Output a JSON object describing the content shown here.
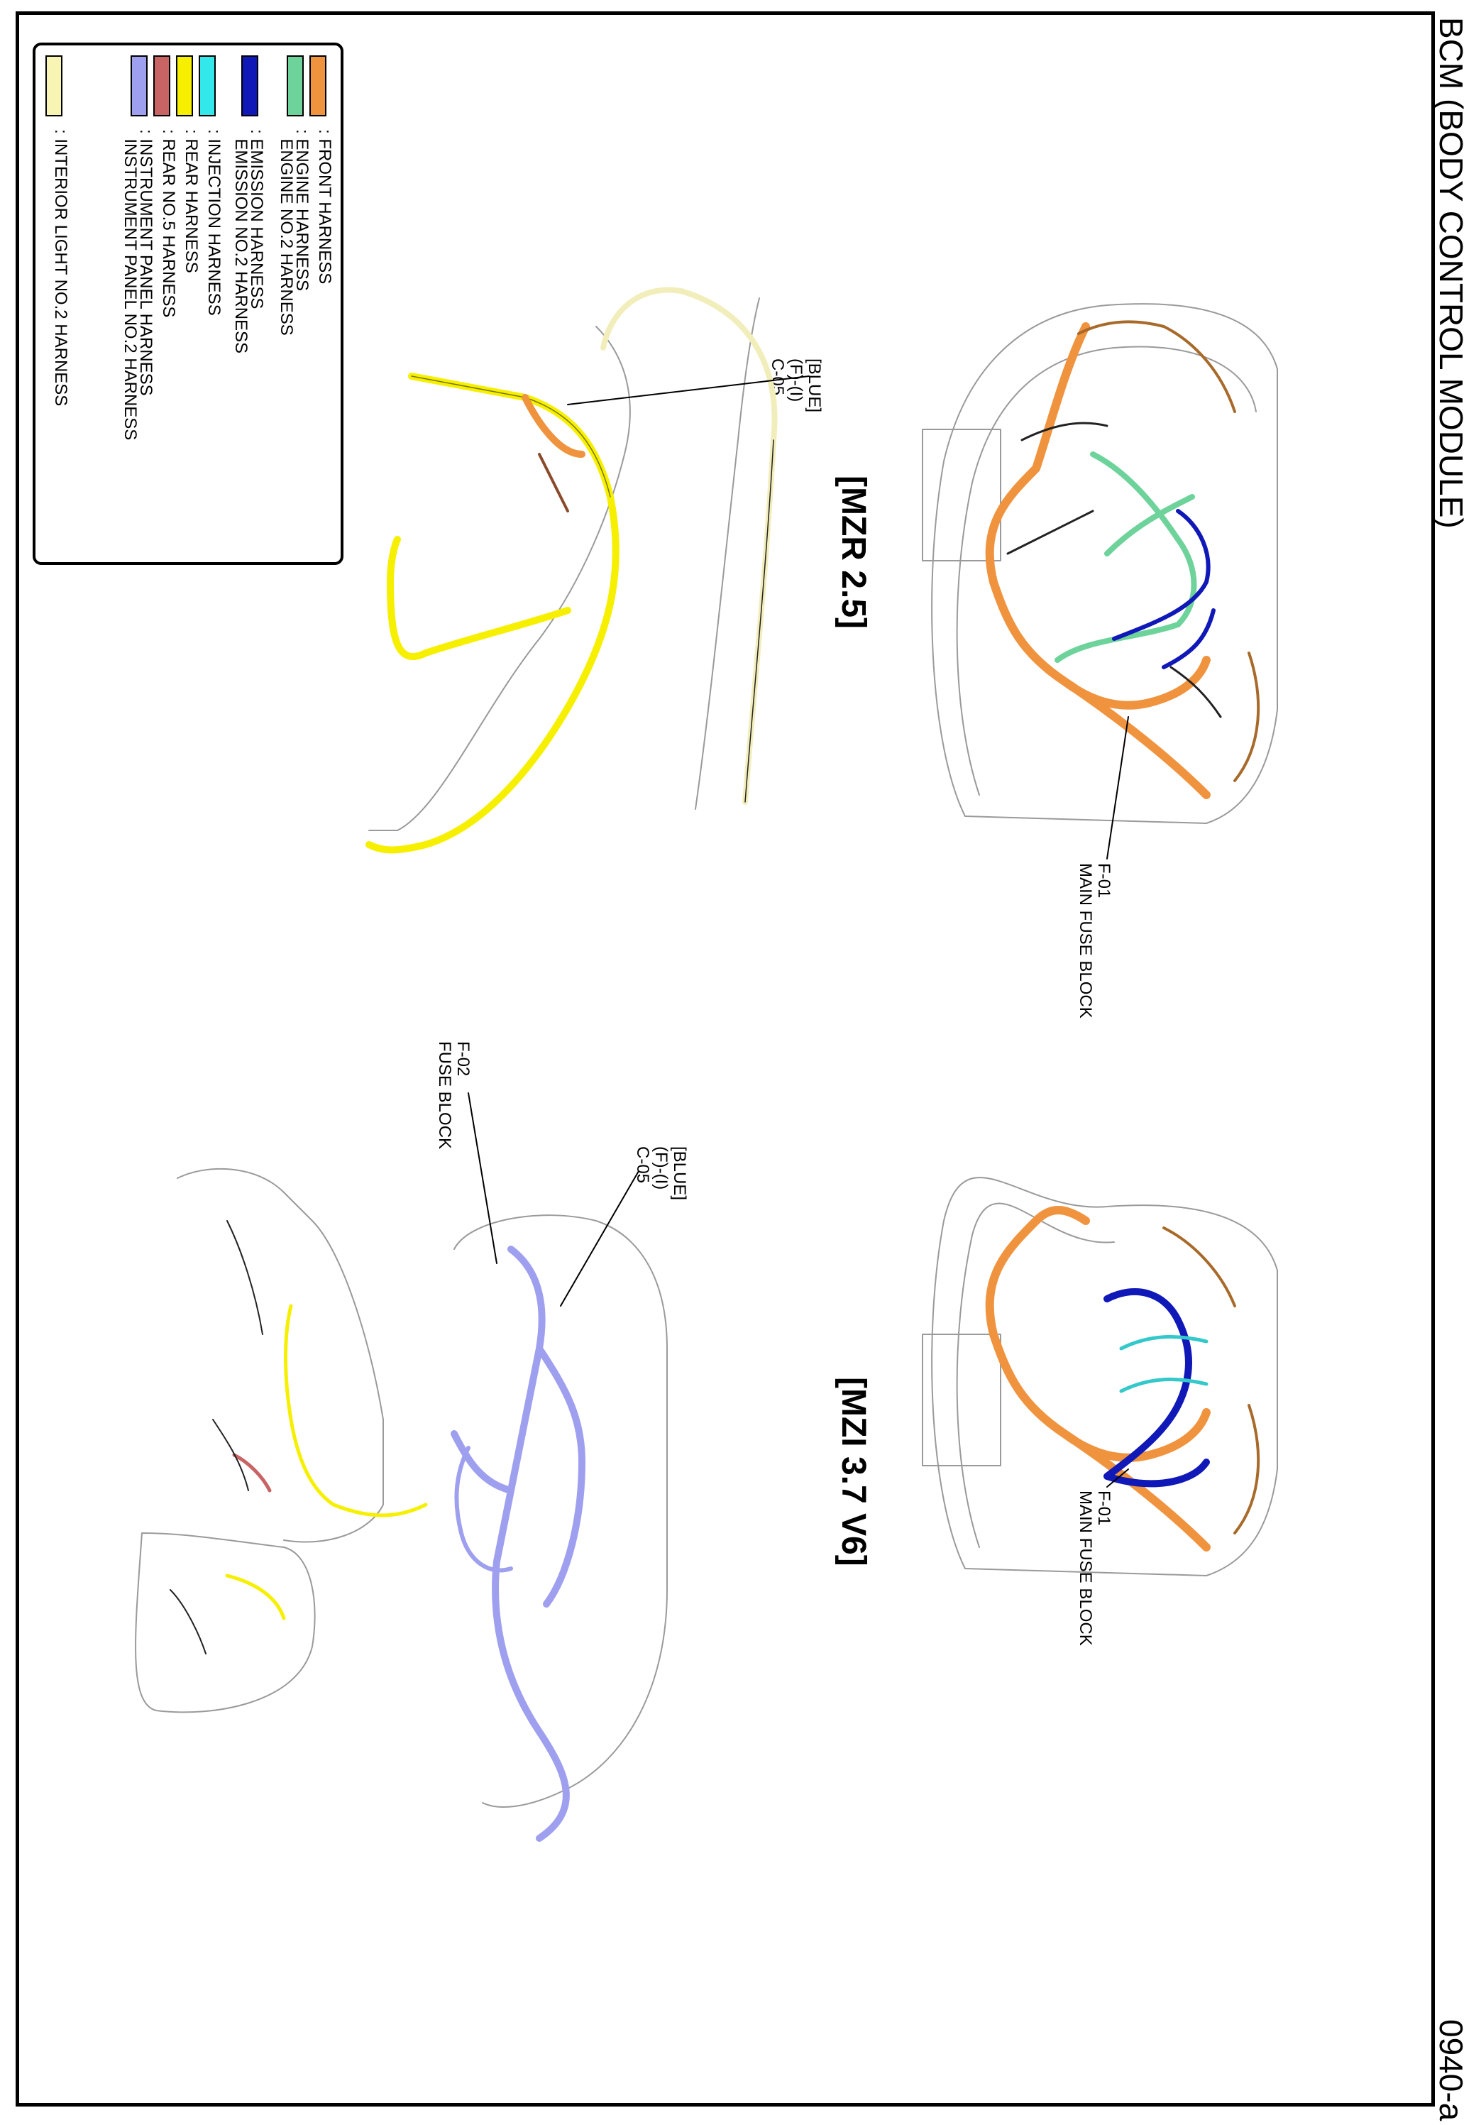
{
  "page": {
    "title": "BCM (BODY CONTROL MODULE)",
    "code": "0940-a"
  },
  "legend": {
    "items": [
      {
        "swatch_color": "#f0933e",
        "lines": [
          ": FRONT HARNESS"
        ]
      },
      {
        "swatch_color": "#6ed39a",
        "lines": [
          ": ENGINE HARNESS",
          "  ENGINE NO.2 HARNESS"
        ]
      },
      {
        "swatch_color": "#1018b8",
        "lines": [
          ": EMISSION HARNESS",
          "  EMISSION NO.2 HARNESS"
        ]
      },
      {
        "swatch_color": "#33e8ea",
        "lines": [
          ": INJECTION HARNESS"
        ]
      },
      {
        "swatch_color": "#f6f000",
        "lines": [
          ": REAR HARNESS"
        ]
      },
      {
        "swatch_color": "#c86464",
        "lines": [
          ": REAR NO.5 HARNESS"
        ]
      },
      {
        "swatch_color": "#9f9ff0",
        "lines": [
          ": INSTRUMENT PANEL HARNESS",
          "  INSTRUMENT PANEL NO.2 HARNESS"
        ]
      },
      {
        "swatch_color": "#f8f4b4",
        "lines": [
          ": INTERIOR LIGHT NO.2 HARNESS"
        ]
      }
    ]
  },
  "sections": {
    "mzr": {
      "label": "[MZR 2.5]"
    },
    "mzi": {
      "label": "[MZI 3.7 V6]"
    }
  },
  "callouts": {
    "mzr_main_fuse": [
      "F-01",
      "MAIN FUSE BLOCK"
    ],
    "mzi_main_fuse": [
      "F-01",
      "MAIN FUSE BLOCK"
    ],
    "mzr_bcm": [
      "[BLUE]",
      "(F)-(I)",
      "C-05"
    ],
    "ip_bcm": [
      "[BLUE]",
      "(F)-(I)",
      "C-05"
    ],
    "ip_fuse_block": [
      "F-02",
      "FUSE BLOCK"
    ]
  },
  "colors": {
    "outline": "#9a9a9a",
    "wire_dark": "#222222",
    "front": "#f0933e",
    "front_dark": "#a86a2a",
    "engine": "#6ed39a",
    "emission": "#1018b8",
    "injection": "#33c8ca",
    "rear": "#f6f000",
    "rear_no5": "#c86464",
    "instrument": "#9f9ff0",
    "interior": "#f2eebc"
  }
}
